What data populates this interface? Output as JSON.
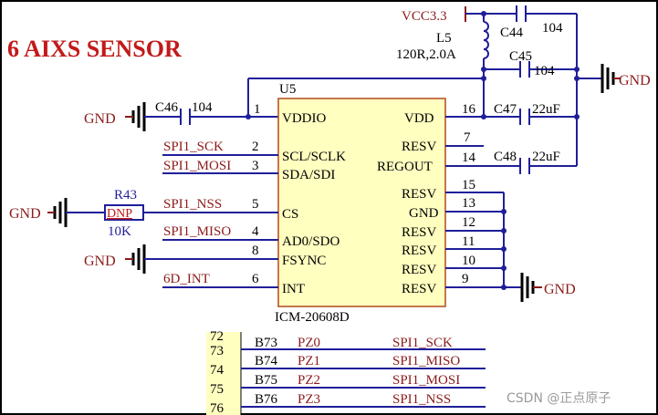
{
  "title": "6 AIXS SENSOR",
  "chip": {
    "ref": "U5",
    "part": "ICM-20608D",
    "left_pins": [
      {
        "num": "1",
        "name": "VDDIO"
      },
      {
        "num": "2",
        "name": "SCL/SCLK"
      },
      {
        "num": "3",
        "name": "SDA/SDI"
      },
      {
        "num": "5",
        "name": "CS"
      },
      {
        "num": "4",
        "name": "AD0/SDO"
      },
      {
        "num": "8",
        "name": "FSYNC"
      },
      {
        "num": "6",
        "name": "INT"
      }
    ],
    "right_pins": [
      {
        "num": "16",
        "name": "VDD"
      },
      {
        "num": "7",
        "name": "RESV"
      },
      {
        "num": "14",
        "name": "REGOUT"
      },
      {
        "num": "15",
        "name": "RESV"
      },
      {
        "num": "13",
        "name": "GND"
      },
      {
        "num": "12",
        "name": "RESV"
      },
      {
        "num": "11",
        "name": "RESV"
      },
      {
        "num": "10",
        "name": "RESV"
      },
      {
        "num": "9",
        "name": "RESV"
      }
    ]
  },
  "nets": {
    "spi_sck": "SPI1_SCK",
    "spi_mosi": "SPI1_MOSI",
    "spi_nss": "SPI1_NSS",
    "spi_miso": "SPI1_MISO",
    "int": "6D_INT",
    "vcc": "VCC3.3",
    "gnd": "GND"
  },
  "components": {
    "c46": {
      "ref": "C46",
      "value": "104"
    },
    "c44": {
      "ref": "C44",
      "value": "104"
    },
    "c45": {
      "ref": "C45",
      "value": "104"
    },
    "c47": {
      "ref": "C47",
      "value": "22uF"
    },
    "c48": {
      "ref": "C48",
      "value": "22uF"
    },
    "l5": {
      "ref": "L5",
      "value": "120R,2.0A"
    },
    "r43": {
      "ref": "R43",
      "marking": "DNP",
      "value": "10K"
    }
  },
  "connector_rows": [
    {
      "row": "73",
      "pin": "B73",
      "port": "PZ0",
      "net": "SPI1_SCK"
    },
    {
      "row": "74",
      "pin": "B74",
      "port": "PZ1",
      "net": "SPI1_MISO"
    },
    {
      "row": "75",
      "pin": "B75",
      "port": "PZ2",
      "net": "SPI1_MOSI"
    },
    {
      "row": "76",
      "pin": "B76",
      "port": "PZ3",
      "net": "SPI1_NSS"
    }
  ],
  "connector_top_partial": "72",
  "watermark": "CSDN @正点原子",
  "colors": {
    "wire": "#1f1f9a",
    "net_label": "#8b1a1a",
    "title": "#c21a1a",
    "chip_fill": "#ffffc0",
    "chip_border": "#b04a1a",
    "junction": "#1f1f9a",
    "black": "#000000"
  }
}
